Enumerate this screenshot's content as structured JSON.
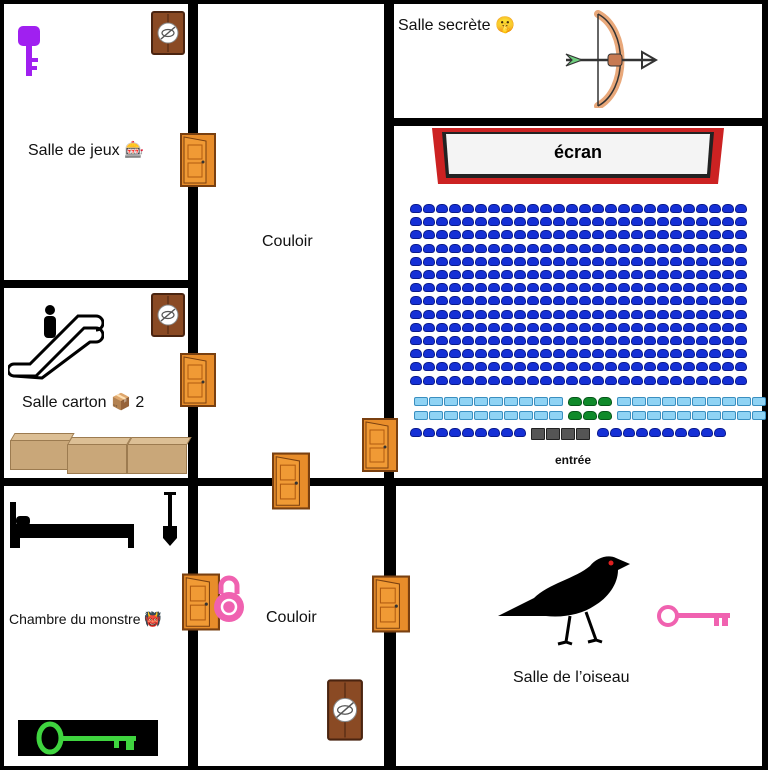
{
  "rooms": {
    "salle_de_jeux": {
      "label": "Salle de jeux",
      "emoji": "🎰"
    },
    "salle_carton": {
      "label": "Salle carton",
      "emoji": "📦",
      "count": "2"
    },
    "chambre_monstre": {
      "label": "Chambre du monstre",
      "emoji": "👹"
    },
    "couloir_top": {
      "label": "Couloir"
    },
    "couloir_bottom": {
      "label": "Couloir"
    },
    "salle_secrete": {
      "label": "Salle secrète",
      "emoji": "🤫"
    },
    "cinema": {
      "screen_label": "écran",
      "entrance_label": "entrée"
    },
    "salle_oiseau": {
      "label": "Salle de l’oiseau"
    }
  },
  "items": {
    "purple_key_color": "#a020f0",
    "pink_key_color": "#f062b0",
    "green_key_color": "#3fd43f",
    "lock_color": "#f062b0"
  },
  "colors": {
    "seat_blue": "#1530d6",
    "seat_light": "#8fd3f4",
    "seat_green": "#0f8a2a",
    "screen_frame": "#cc2222"
  }
}
